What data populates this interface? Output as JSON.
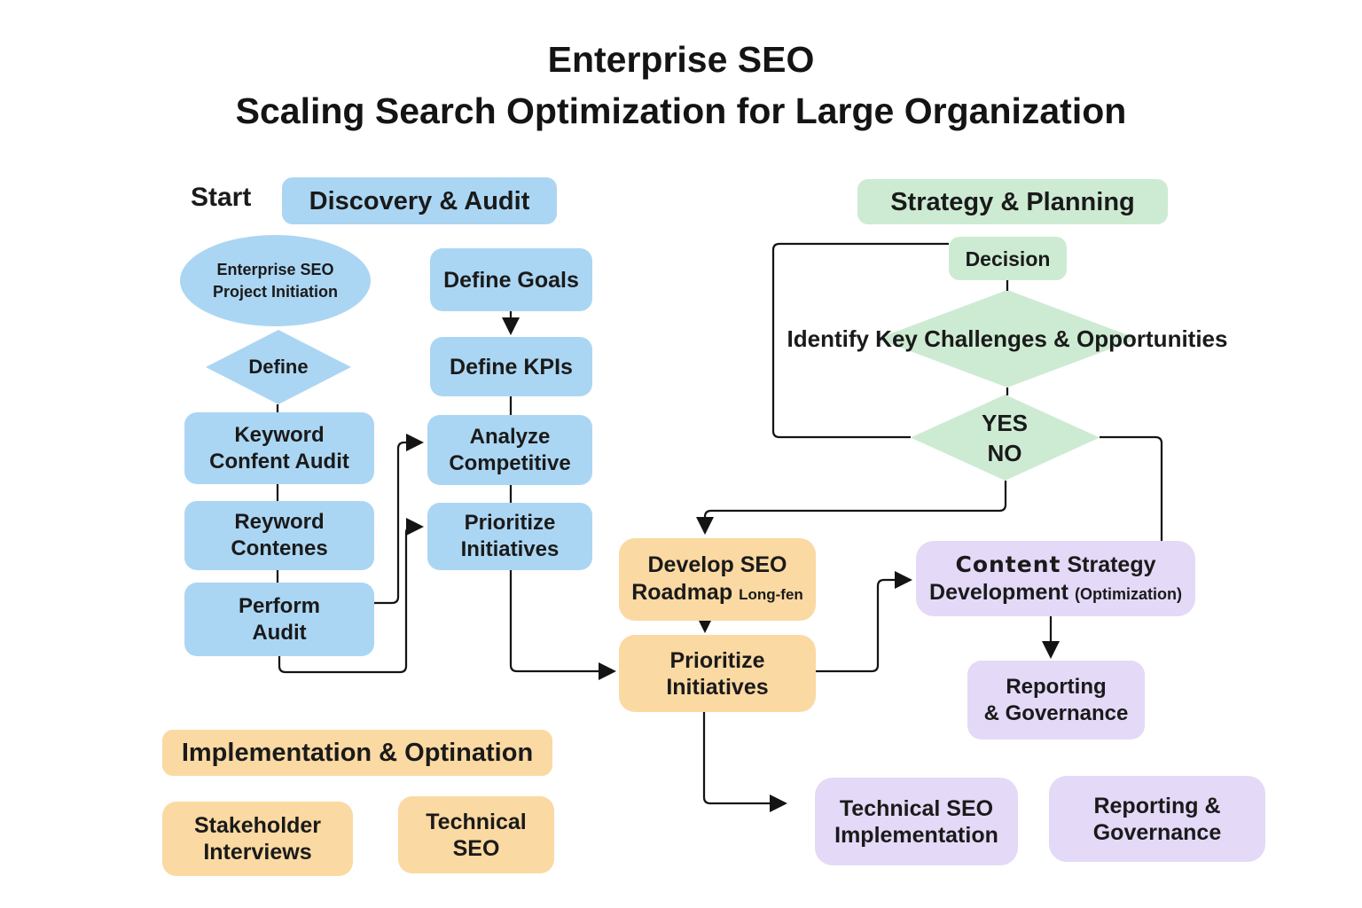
{
  "title": {
    "line1": "Enterprise SEO",
    "line2": "Scaling Search Optimization for Large Organization"
  },
  "labels": {
    "start": "Start"
  },
  "sections": {
    "discovery": "Discovery & Audit",
    "strategy": "Strategy & Planning",
    "implementation": "Implementation & Optination"
  },
  "nodes": {
    "project_initiation": "Enterprise SEO\nProject Initiation",
    "define": "Define",
    "keyword_confent_audit": "Keyword\nConfent Audit",
    "reyword_contenes": "Reyword\nContenes",
    "perform_audit": "Perform\nAudit",
    "define_goals": "Define Goals",
    "define_kpis": "Define KPIs",
    "analyze_competitive": "Analyze\nCompetitive",
    "prioritize_initiatives_blue": "Prioritize\nInitiatives",
    "decision": "Decision",
    "identify_challenges": "Identify Key Challenges & Opportunities",
    "yes_no": "YES\nNO",
    "develop_seo_roadmap": {
      "line1": "Develop SEO",
      "line2": "Roadmap",
      "suffix": "Long-fen"
    },
    "prioritize_initiatives_orange": "Prioritize\nInitiatives",
    "content_strategy": {
      "word1": "Content",
      "rest1": "Strategy",
      "line2": "Development",
      "suffix": "(Optimization)"
    },
    "reporting_governance_mid": "Reporting\n& Governance",
    "stakeholder_interviews": "Stakeholder\nInterviews",
    "technical_seo": "Technical\nSEO",
    "technical_seo_implementation": "Technical SEO\nImplementation",
    "reporting_governance_bottom": "Reporting &\nGovernance"
  },
  "colors": {
    "blue": "#ABD6F3",
    "green": "#CDEBD3",
    "orange": "#FBD9A2",
    "purple": "#E4D9F7",
    "line": "#141414",
    "text": "#1A1A1A",
    "background": "#FFFFFF"
  }
}
